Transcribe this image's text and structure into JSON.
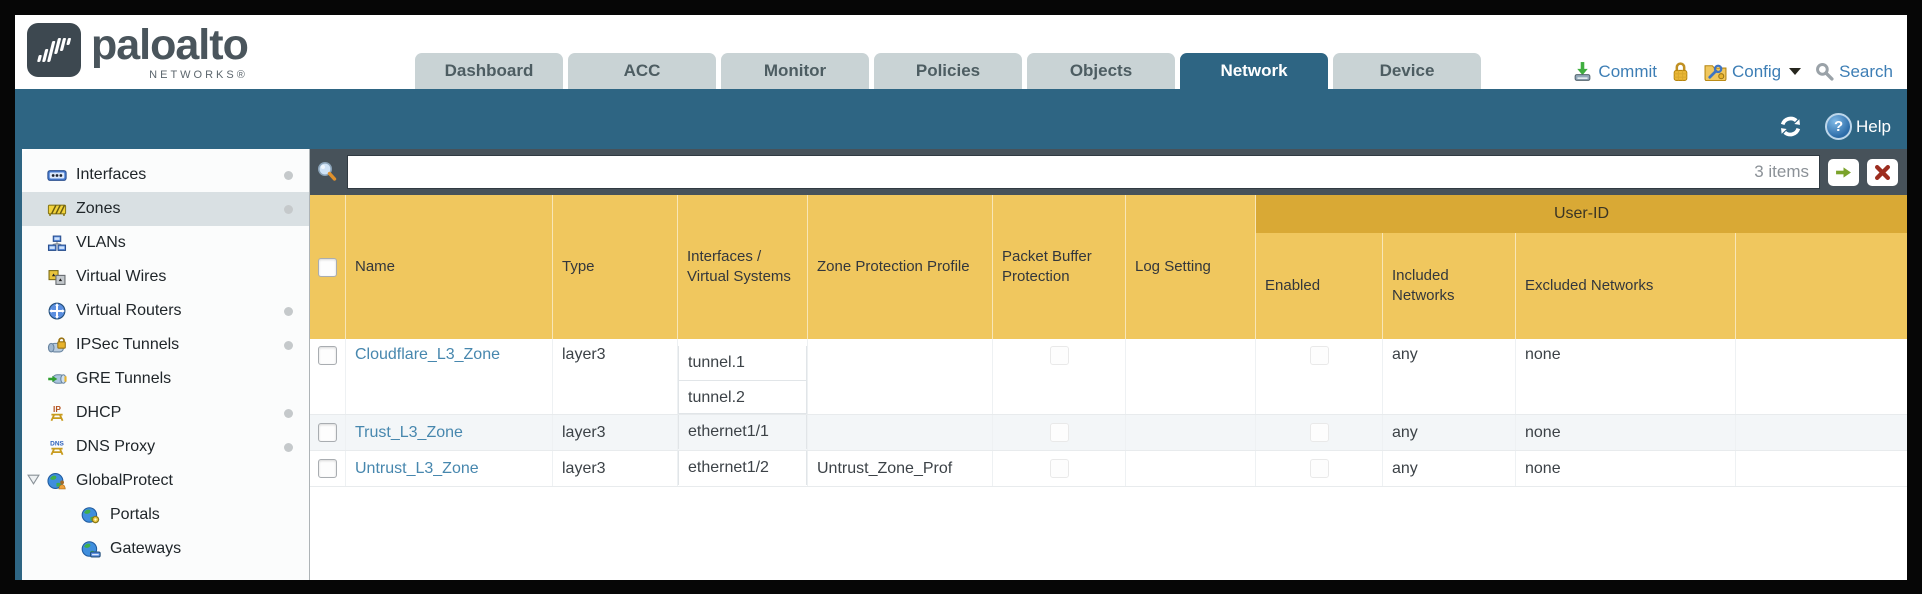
{
  "header": {
    "logo": {
      "brand": "paloalto",
      "sub": "NETWORKS®",
      "icon": "paloalto-waveform-icon"
    },
    "tabs": [
      {
        "label": "Dashboard",
        "active": false
      },
      {
        "label": "ACC",
        "active": false
      },
      {
        "label": "Monitor",
        "active": false
      },
      {
        "label": "Policies",
        "active": false
      },
      {
        "label": "Objects",
        "active": false
      },
      {
        "label": "Network",
        "active": true
      },
      {
        "label": "Device",
        "active": false
      }
    ],
    "utilities": {
      "commit": "Commit",
      "commit_icon": "commit-download-icon",
      "lock_icon": "lock-icon",
      "config": "Config",
      "config_icon": "config-folder-wrench-icon",
      "search": "Search",
      "search_icon": "search-magnifier-icon"
    }
  },
  "band": {
    "refresh_icon": "refresh-icon",
    "help": "Help",
    "help_glyph": "?",
    "help_icon": "help-question-icon"
  },
  "sidebar": {
    "items": [
      {
        "label": "Interfaces",
        "icon": "interfaces-icon",
        "dot": true
      },
      {
        "label": "Zones",
        "icon": "zones-icon",
        "dot": true,
        "selected": true
      },
      {
        "label": "VLANs",
        "icon": "vlans-icon"
      },
      {
        "label": "Virtual Wires",
        "icon": "virtual-wires-icon"
      },
      {
        "label": "Virtual Routers",
        "icon": "virtual-routers-icon",
        "dot": true
      },
      {
        "label": "IPSec Tunnels",
        "icon": "ipsec-tunnels-icon",
        "dot": true
      },
      {
        "label": "GRE Tunnels",
        "icon": "gre-tunnels-icon"
      },
      {
        "label": "DHCP",
        "icon": "dhcp-icon",
        "dot": true
      },
      {
        "label": "DNS Proxy",
        "icon": "dns-proxy-icon",
        "dot": true
      },
      {
        "label": "GlobalProtect",
        "icon": "globalprotect-icon",
        "expander": true
      },
      {
        "label": "Portals",
        "icon": "portals-icon",
        "child": true
      },
      {
        "label": "Gateways",
        "icon": "gateways-icon",
        "child": true
      }
    ]
  },
  "toolbar": {
    "filter_placeholder": "",
    "items_count": "3 items",
    "apply_icon": "green-arrow-icon",
    "clear_icon": "red-x-icon",
    "magnifier_icon": "filter-magnifier-icon"
  },
  "table": {
    "user_id_group": "User-ID",
    "columns": [
      "Name",
      "Type",
      "Interfaces / Virtual Systems",
      "Zone Protection Profile",
      "Packet Buffer Protection",
      "Log Setting",
      "Enabled",
      "Included Networks",
      "Excluded Networks"
    ],
    "rows": [
      {
        "name": "Cloudflare_L3_Zone",
        "type": "layer3",
        "interfaces": [
          "tunnel.1",
          "tunnel.2"
        ],
        "zone_protection_profile": "",
        "packet_buffer_protection": false,
        "log_setting": "",
        "user_id_enabled": false,
        "included_networks": "any",
        "excluded_networks": "none"
      },
      {
        "name": "Trust_L3_Zone",
        "type": "layer3",
        "interfaces": [
          "ethernet1/1"
        ],
        "zone_protection_profile": "",
        "packet_buffer_protection": false,
        "log_setting": "",
        "user_id_enabled": false,
        "included_networks": "any",
        "excluded_networks": "none"
      },
      {
        "name": "Untrust_L3_Zone",
        "type": "layer3",
        "interfaces": [
          "ethernet1/2"
        ],
        "zone_protection_profile": "Untrust_Zone_Prof",
        "packet_buffer_protection": false,
        "log_setting": "",
        "user_id_enabled": false,
        "included_networks": "any",
        "excluded_networks": "none"
      }
    ]
  },
  "colors": {
    "teal_band": "#2e6583",
    "header_gold": "#f0c75e",
    "user_id_gold": "#d9a935",
    "toolbar_slate": "#47525a",
    "link_blue": "#4787ae",
    "utility_blue": "#3d7eb5",
    "tab_inactive": "#c9d3d5",
    "alt_row": "#f3f6f8"
  }
}
